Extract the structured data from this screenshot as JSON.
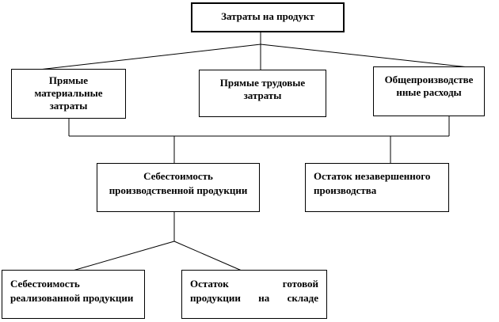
{
  "diagram": {
    "root": {
      "label": "Затраты на продукт"
    },
    "costs": [
      {
        "label": "Прямые материальные затраты"
      },
      {
        "label": "Прямые трудовые затраты"
      },
      {
        "label": "Общепроизводстве нные расходы"
      }
    ],
    "middle": [
      {
        "label": "Себестоимость производственной продукции"
      },
      {
        "label": "Остаток незавершенного производства"
      }
    ],
    "bottom": [
      {
        "label": "Себестоимость реализованной продукции"
      },
      {
        "label": "Остаток готовой продукции на складе"
      }
    ]
  }
}
